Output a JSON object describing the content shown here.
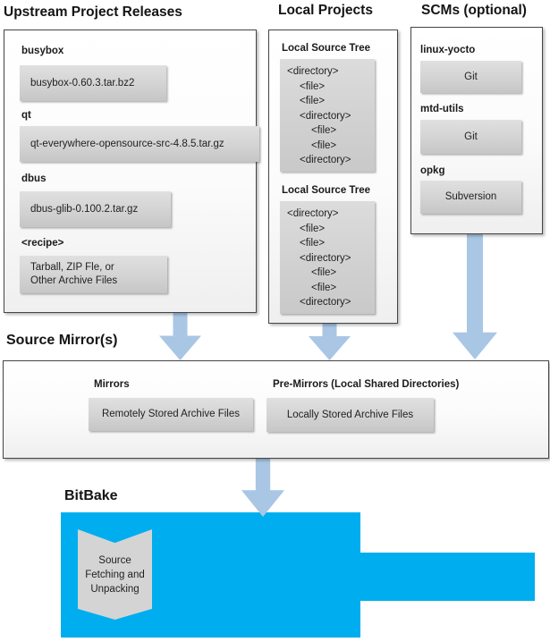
{
  "colors": {
    "cyan_shape": "#00AEEF",
    "arrow_blue": "#A9C6E5",
    "box_gray": "#D3D3D3"
  },
  "headings": {
    "upstream": "Upstream Project Releases",
    "local": "Local Projects",
    "scms": "SCMs (optional)",
    "source_mirrors": "Source Mirror(s)",
    "bitbake": "BitBake"
  },
  "upstream_panel": {
    "items": [
      {
        "label": "busybox",
        "value": "busybox-0.60.3.tar.bz2"
      },
      {
        "label": "qt",
        "value": "qt-everywhere-opensource-src-4.8.5.tar.gz"
      },
      {
        "label": "dbus",
        "value": "dbus-glib-0.100.2.tar.gz"
      },
      {
        "label": "<recipe>",
        "value": "Tarball, ZIP Fle, or\nOther Archive Files"
      }
    ]
  },
  "local_panel": {
    "trees": [
      {
        "label": "Local Source Tree",
        "lines": [
          "<directory>",
          "<file>",
          "<file>",
          "<directory>",
          "<file>",
          "<file>",
          "<directory>"
        ]
      },
      {
        "label": "Local Source Tree",
        "lines": [
          "<directory>",
          "<file>",
          "<file>",
          "<directory>",
          "<file>",
          "<file>",
          "<directory>"
        ]
      }
    ]
  },
  "scm_panel": {
    "items": [
      {
        "label": "linux-yocto",
        "value": "Git"
      },
      {
        "label": "mtd-utils",
        "value": "Git"
      },
      {
        "label": "opkg",
        "value": "Subversion"
      }
    ]
  },
  "mirror_panel": {
    "mirrors_label": "Mirrors",
    "mirrors_value": "Remotely Stored Archive Files",
    "premirrors_label": "Pre-Mirrors (Local Shared Directories)",
    "premirrors_value": "Locally Stored Archive Files"
  },
  "bitbake": {
    "ribbon": "Source\nFetching and\nUnpacking"
  }
}
